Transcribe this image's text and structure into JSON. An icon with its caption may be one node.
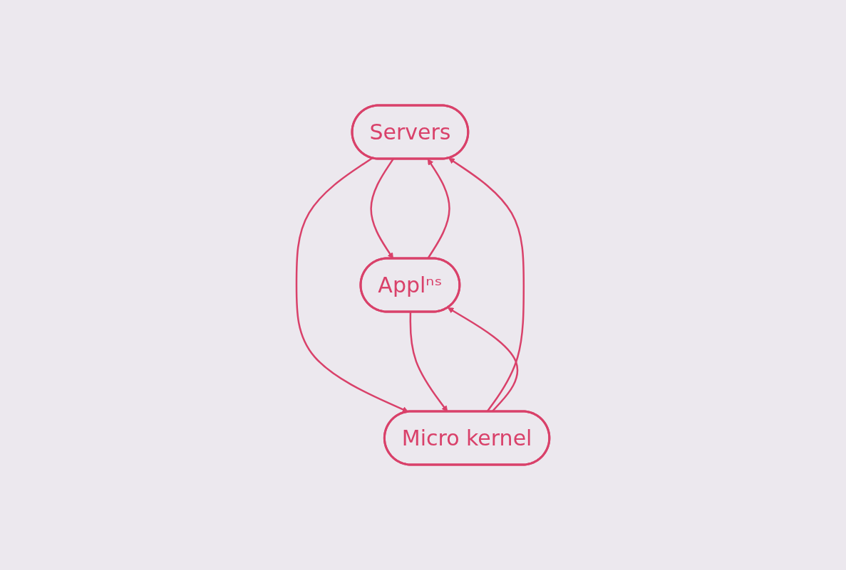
{
  "diagram": {
    "nodes": [
      {
        "text": [
          "Servers"
        ]
      },
      {
        "text": [
          "Applⁿˢ"
        ]
      },
      {
        "text": [
          "Micro kernel"
        ]
      }
    ],
    "edges": [
      {
        "from": 1,
        "to": 0,
        "arrow": "to"
      },
      {
        "from": 0,
        "to": 1,
        "arrow": "to"
      },
      {
        "from": 2,
        "to": 0,
        "arrow": "to"
      },
      {
        "from": 0,
        "to": 2,
        "arrow": "to"
      },
      {
        "from": 1,
        "to": 2,
        "arrow": "to"
      },
      {
        "from": 2,
        "to": 1,
        "arrow": "to"
      }
    ]
  }
}
